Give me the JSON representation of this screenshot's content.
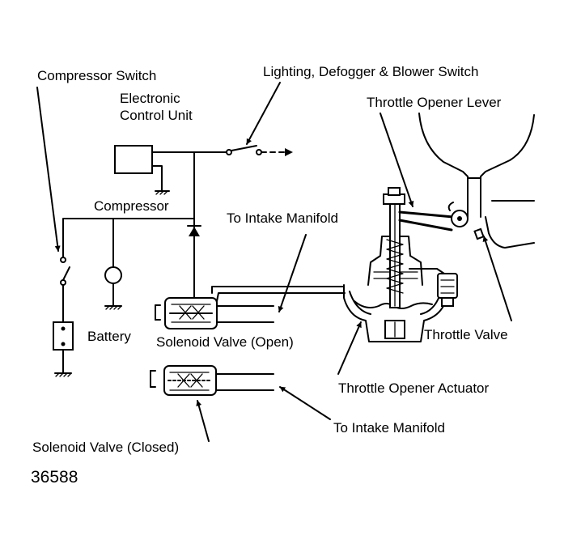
{
  "labels": {
    "compressor_switch": "Compressor Switch",
    "lighting_switch": "Lighting, Defogger & Blower Switch",
    "electronic_control_unit_line1": "Electronic",
    "electronic_control_unit_line2": "Control Unit",
    "throttle_opener_lever": "Throttle Opener Lever",
    "compressor": "Compressor",
    "to_intake_manifold_top": "To Intake Manifold",
    "battery": "Battery",
    "solenoid_valve_open": "Solenoid Valve (Open)",
    "throttle_valve": "Throttle Valve",
    "throttle_opener_actuator": "Throttle Opener Actuator",
    "to_intake_manifold_bottom": "To Intake Manifold",
    "solenoid_valve_closed": "Solenoid Valve (Closed)",
    "figure_number": "36588"
  },
  "colors": {
    "ink": "#000000",
    "paper": "#ffffff"
  }
}
